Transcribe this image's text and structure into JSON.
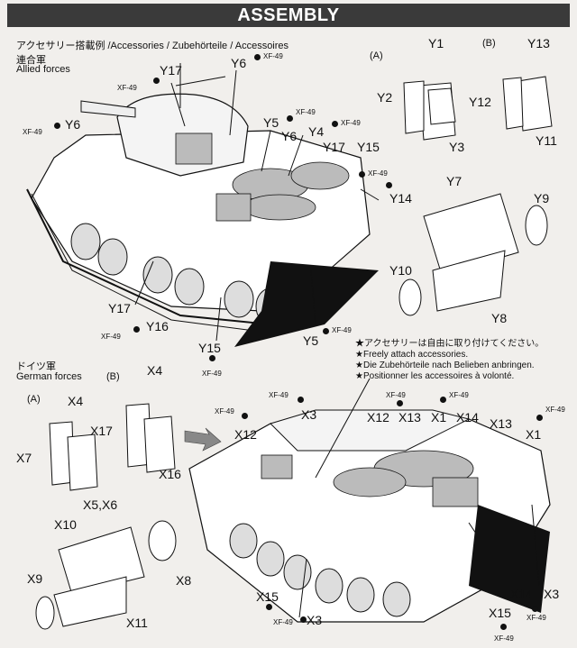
{
  "banner": "ASSEMBLY",
  "accessories_header": "アクセサリー搭載例 /Accessories / Zubehörteile / Accessoires",
  "allied": {
    "jp": "連合軍",
    "en": "Allied forces"
  },
  "german": {
    "jp": "ドイツ軍",
    "en": "German forces"
  },
  "group_a": "(A)",
  "group_b": "(B)",
  "paint": "XF-49",
  "notes": [
    "アクセサリーは自由に取り付けてください。",
    "Freely attach accessories.",
    "Die Zubehörteile nach Belieben anbringen.",
    "Positionner les accessoires à volonté."
  ],
  "parts": {
    "Y1": "Y1",
    "Y2": "Y2",
    "Y3": "Y3",
    "Y4": "Y4",
    "Y5": "Y5",
    "Y6": "Y6",
    "Y7": "Y7",
    "Y8": "Y8",
    "Y9": "Y9",
    "Y10": "Y10",
    "Y11": "Y11",
    "Y12": "Y12",
    "Y13": "Y13",
    "Y14": "Y14",
    "Y15": "Y15",
    "Y16": "Y16",
    "Y17": "Y17",
    "X1": "X1",
    "X3": "X3",
    "X4": "X4",
    "X56": "X5,X6",
    "X7": "X7",
    "X8": "X8",
    "X9": "X9",
    "X10": "X10",
    "X11": "X11",
    "X12": "X12",
    "X13": "X13",
    "X14": "X14",
    "X15": "X15",
    "X16": "X16",
    "X17": "X17"
  }
}
